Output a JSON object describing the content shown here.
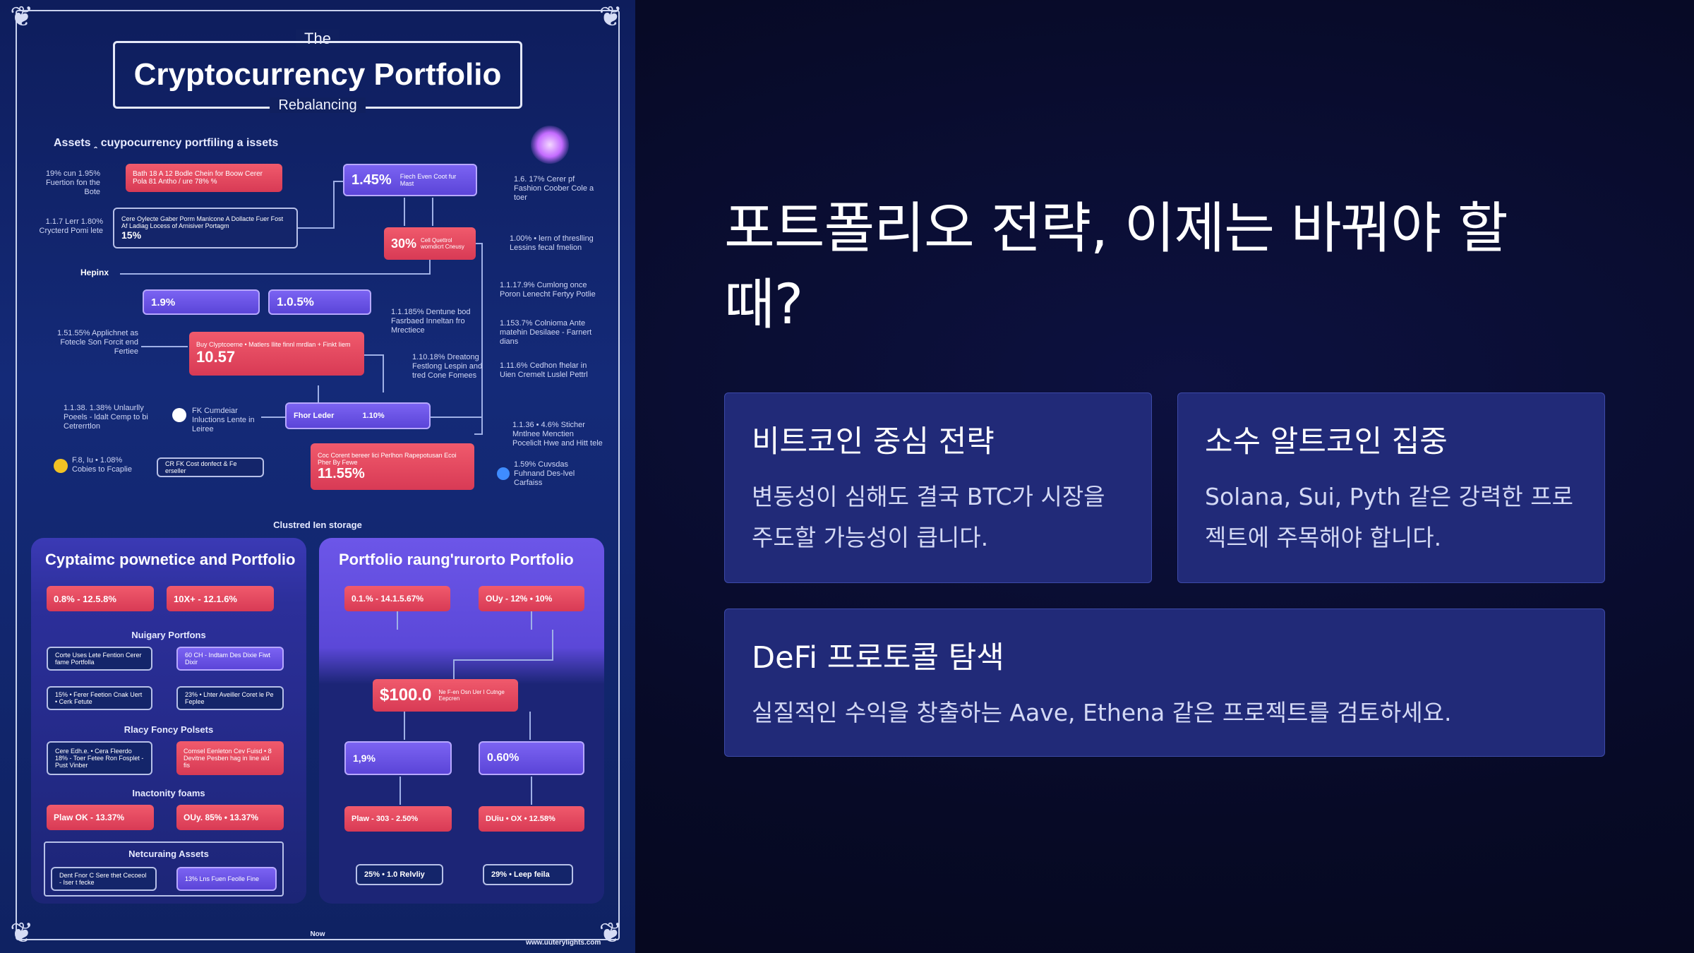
{
  "poster": {
    "title_top": "The",
    "title_main": "Cryptocurrency Portfolio",
    "title_bottom": "Rebalancing",
    "assets_header": "Assets ꞈ cuypocurrency portfiling a issets",
    "hepin": "Hepinx",
    "stored": "Clustred Ien storage",
    "footer_now": "Now",
    "footer_url": "www.uuterylights.com",
    "flow": {
      "red1": "Bath 18 A 12 Bodle Chein for Boow Cerer Pola 81 Antho / ure 78% %",
      "red1_side": "19% cun 1.95% Fuertion fon the Bote",
      "outline1": "Cere Oylecte Gaber Porm Manlcone A Dollacte Fuer Fost Af Ladiag Locess of Arnisiver Portagm",
      "outline1_pct": "15%",
      "outline1_side": "1.1.7 Lerr 1.80% Crycterd Pomi lete",
      "top_purple": "1.45%",
      "top_purple_sub": "Fiech Even Coot fur Mast",
      "top_right": "1.6. 17% Cerer pf Fashion Coober Cole a toer",
      "red2": "30%",
      "red2_sub": "Cell Quettrol worndicrt Cneusy",
      "red2_side": "1.00% • lern of threslling Lessins fecal fmelion",
      "p2a": "1.9%",
      "p2b": "1.0.5%",
      "side_r1": "1.1.17.9% Cumlong once Poron Lenecht Fertyy Potlie",
      "side_r2": "1.1.185% Dentune bod Fasrbaed Inneltan fro Mrectiece",
      "side_r3": "1.153.7% Colnioma Ante matehin Desilaee - Farnert dians",
      "red3": "10.57",
      "red3_sub": "Buy Clyptcoerne • Matlers Ilite finnl mrdlan + Finkt Iiem",
      "red3_side": "1.51.55% Applichnet as Fotecle Son Forcit end Fertiee",
      "side_r4": "1.10.18% Dreatong Festlong Lespin and tred Cone Fomees",
      "side_r5": "1.11.6% Cedhon fhelar in Uien Cremelt Luslel Pettrl",
      "left_mid": "1.1.38. 1.38% Unlaurlly Poeels - ldalt Cemp to bi Cetrerrtlon",
      "fk": "FK Cumdeiar Inluctions Lente in Leiree",
      "purple3a": "Fhor Leder",
      "purple3b": "1.10%",
      "side_r6": "1.1.36 • 4.6% Sticher Mntlnee Menctien Poceliclt Hwe and Hitt tele",
      "red4": "11.55%",
      "red4_sub": "Coc Corent bereer lici Perlhon Rapepotusan Ecoi Pher By Fewe",
      "left_low": "F.8, Iu • 1.08% Cobies to Fcaplie",
      "outline_low": "CR FK Cost donfect & Fe erseller",
      "side_r7": "1.59% Cuvsdas Fuhnand Des-lvel Carfaiss"
    },
    "left_panel": {
      "title": "Cyptaimc pownetice and Portfolio",
      "r1a": "0.8% - 12.5.8%",
      "r1b": "10X+ - 12.1.6%",
      "sub1": "Nuigary Portfons",
      "b1a": "Corte Uses Lete Fention Cerer fame Portfolla",
      "b1b": "60 CH - Indtam Des Dixie Fiwt Dixir",
      "b2a": "15% • Ferer Feetion Cnak Uert • Cerk Fetute",
      "b2b": "23% • Lhter Aveiller Coret le Pe Feplee",
      "sub2": "Rlacy Foncy Polsets",
      "b3a": "Cere Edh.e. • Cera Fleerdo 18% - Toer Fetee Ron Fosplet - Pust Vinber",
      "b3b": "Comsel Eenleton Cev Fuisd • 8 Devitne Pesben hag in line ald fis",
      "sub3": "Inactonity foams",
      "r2a": "Plaw OK - 13.37%",
      "r2b": "OUy. 85% • 13.37%",
      "sub4": "Netcuraing Assets",
      "b4a": "Dent Fnor C Sere thet Cecoeol - Iser t fecke",
      "b4b": "13% Lns Fuen Feolle Fine"
    },
    "right_panel": {
      "title": "Portfolio raung'rurorto Portfolio",
      "r1a": "0.1.% - 14.1.5.67%",
      "r1b": "OUy - 12% • 10%",
      "big": "$100.0",
      "big_sub": "Ne F-en Osn Uer I Cutnge Eepcren",
      "m1": "1,9%",
      "m2": "0.60%",
      "r2a": "Plaw - 303 - 2.50%",
      "r2b": "DUiu • OX • 12.58%",
      "b1": "25% • 1.0 Relvliy",
      "b2": "29% • Leep feila"
    }
  },
  "headline": "포트폴리오 전략, 이제는 바꿔야 할 때?",
  "cards": [
    {
      "title": "비트코인 중심 전략",
      "body": "변동성이 심해도 결국 BTC가 시장을 주도할 가능성이 큽니다."
    },
    {
      "title": "소수 알트코인 집중",
      "body": "Solana, Sui, Pyth 같은 강력한 프로젝트에 주목해야 합니다."
    },
    {
      "title": "DeFi 프로토콜 탐색",
      "body": "실질적인 수익을 창출하는 Aave, Ethena 같은 프로젝트를 검토하세요."
    }
  ]
}
